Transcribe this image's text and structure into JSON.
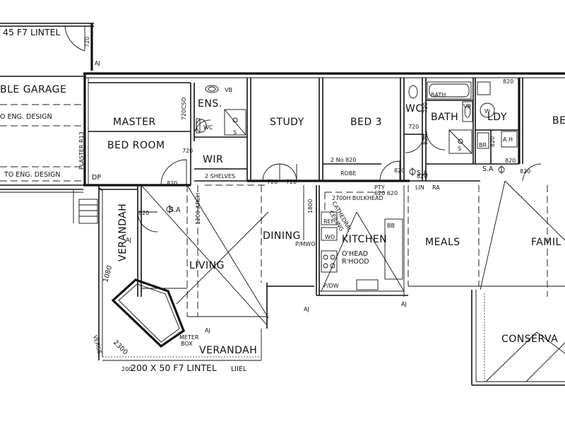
{
  "rooms": {
    "garage": "BLE GARAGE",
    "master_1": "MASTER",
    "master_2": "BED ROOM",
    "ens": "ENS.",
    "wir": "WIR",
    "study": "STUDY",
    "bed3": "BED 3",
    "wc": "WC",
    "bath": "BATH",
    "ldy": "LDY",
    "bed_cut": "BE",
    "verandah_left": "VERANDAH",
    "verandah_bottom": "VERANDAH",
    "dining": "DINING",
    "living": "LIVING",
    "kitchen": "KITCHEN",
    "meals": "MEALS",
    "family": "FAMIL",
    "conservatory": "CONSERVA"
  },
  "notes": {
    "lintel_top": "45 F7 LINTEL",
    "lintel_bottom": "200 X 50 F7 LINTEL",
    "lintel_bottom_cut": "LIIEL",
    "eng_design_1": "O ENG. DESIGN",
    "eng_design_2": "TO ENG. DESIGN",
    "plaster": "PLASTER R13",
    "dp": "DP",
    "shelves": "2 SHELVES",
    "two_no": "2 No 820",
    "robe": "ROBE",
    "bulkhead": "2700H BULKHEAD",
    "pty": "PTY",
    "pty_dims": "620 620",
    "lin": "LIN",
    "ra": "RA",
    "cathedral_1": "CATHEDRAL",
    "cathedral_2": "CEILING",
    "pmwo": "P/MWO",
    "ref": "REF",
    "wo": "WO",
    "ohead_1": "O'HEAD",
    "ohead_2": "R'HOOD",
    "bb": "BB",
    "pdw": "P/DW",
    "meter_1": "METER",
    "meter_2": "BOX",
    "arch": "1200 ARCH",
    "cso": "720CSO",
    "wc_fix": "WC",
    "vb": "VB",
    "s": "S",
    "s2": "S",
    "bath_tag": "BATH",
    "vb2": "VB",
    "br": "BR",
    "ah": "A H",
    "w": "W",
    "sa_1": "S.A",
    "sa_2": "S.A",
    "sa_3": "S.A",
    "aj_1": "AJ",
    "aj_2": "AJ",
    "aj_3": "AJ",
    "aj_4": "AJ",
    "aj_5": "AJ",
    "verge": "VERGE",
    "d1080": "1080",
    "d2300": "2300",
    "d720v": "720",
    "d820a": "820",
    "d820b": "820",
    "d820c": "820",
    "d820d": "820",
    "d820e": "820",
    "d820f": "820",
    "d820g": "820",
    "d820h": "820",
    "d820i": "820",
    "d720a": "720",
    "d720b": "720",
    "d720c": "720",
    "d720d": "720",
    "d720e": "720",
    "d1800": "1800",
    "d200": "200"
  }
}
